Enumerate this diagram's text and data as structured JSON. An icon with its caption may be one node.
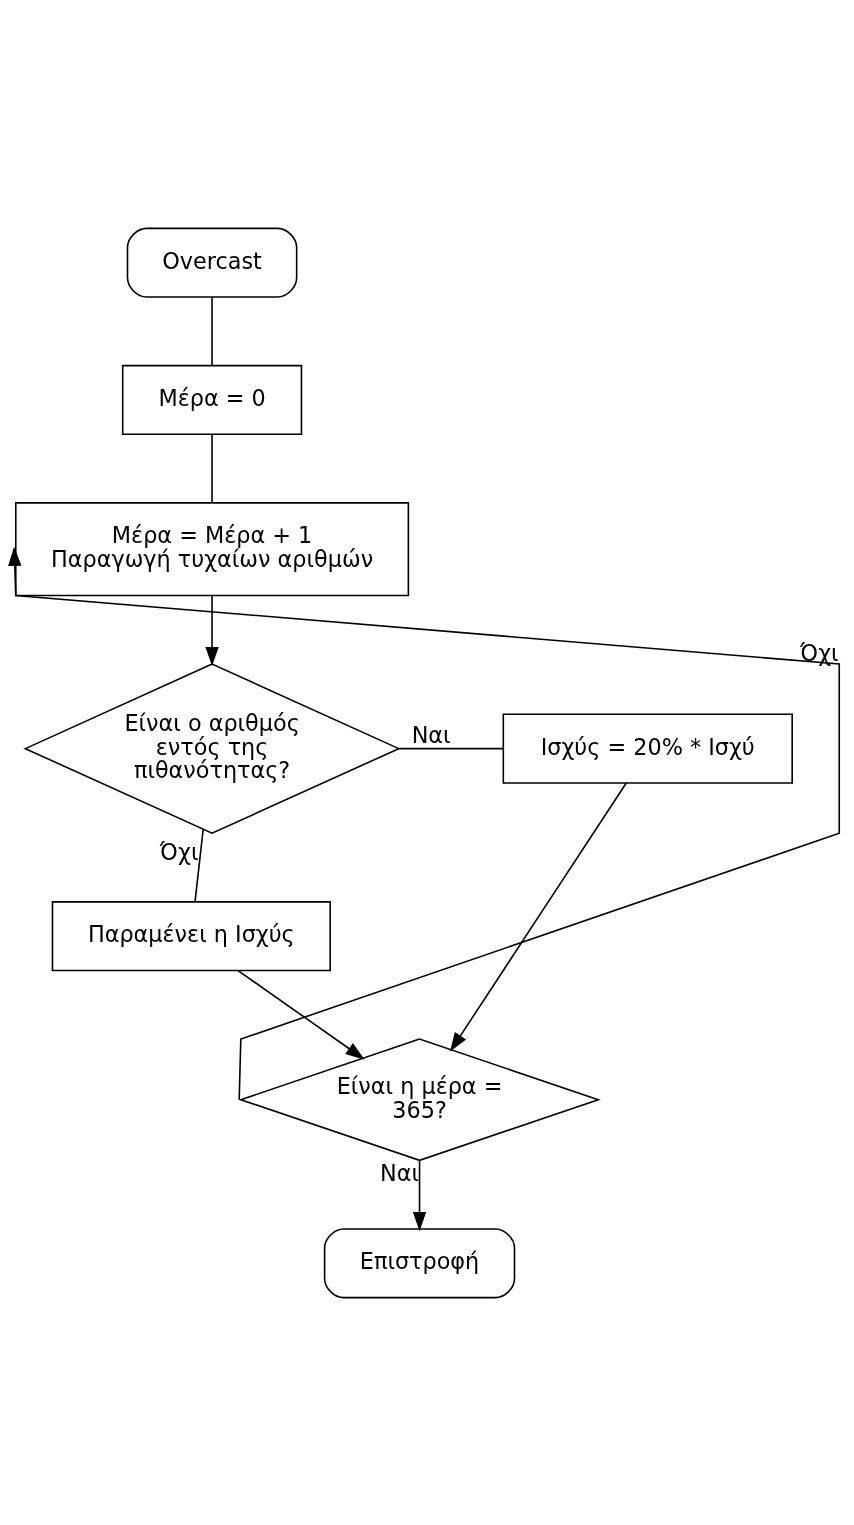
{
  "diagram": {
    "nodes": [
      {
        "text": [
          "Overcast"
        ]
      },
      {
        "text": [
          "Μέρα = 0"
        ]
      },
      {
        "text": [
          "Μέρα = Μέρα + 1",
          "Παραγωγή τυχαίων αριθμών"
        ]
      },
      {
        "text": [
          "Είναι ο αριθμός εντός της πιθανότητας?"
        ]
      },
      {
        "text": [
          "Ισχύς = 20% * Ισχύ"
        ]
      },
      {
        "text": [
          "Παραμένει η Ισχύς"
        ]
      },
      {
        "text": [
          "Είναι η μέρα = 365?"
        ]
      },
      {
        "text": [
          "Επιστροφή"
        ]
      }
    ],
    "edges": [
      {
        "from": 0,
        "to": 1,
        "arrow": "none"
      },
      {
        "from": 1,
        "to": 2,
        "arrow": "none"
      },
      {
        "from": 2,
        "to": 3,
        "arrow": "to"
      },
      {
        "from": 3,
        "to": 4,
        "arrow": "none",
        "label": "Ναι"
      },
      {
        "from": 3,
        "to": 5,
        "arrow": "none",
        "label": "Όχι"
      },
      {
        "from": 5,
        "to": 6,
        "arrow": "to"
      },
      {
        "from": 4,
        "to": 6,
        "arrow": "to"
      },
      {
        "from": 6,
        "to": 2,
        "arrow": "to",
        "label": "Όχι"
      },
      {
        "from": 6,
        "to": 7,
        "arrow": "to",
        "label": "Ναι"
      }
    ]
  }
}
